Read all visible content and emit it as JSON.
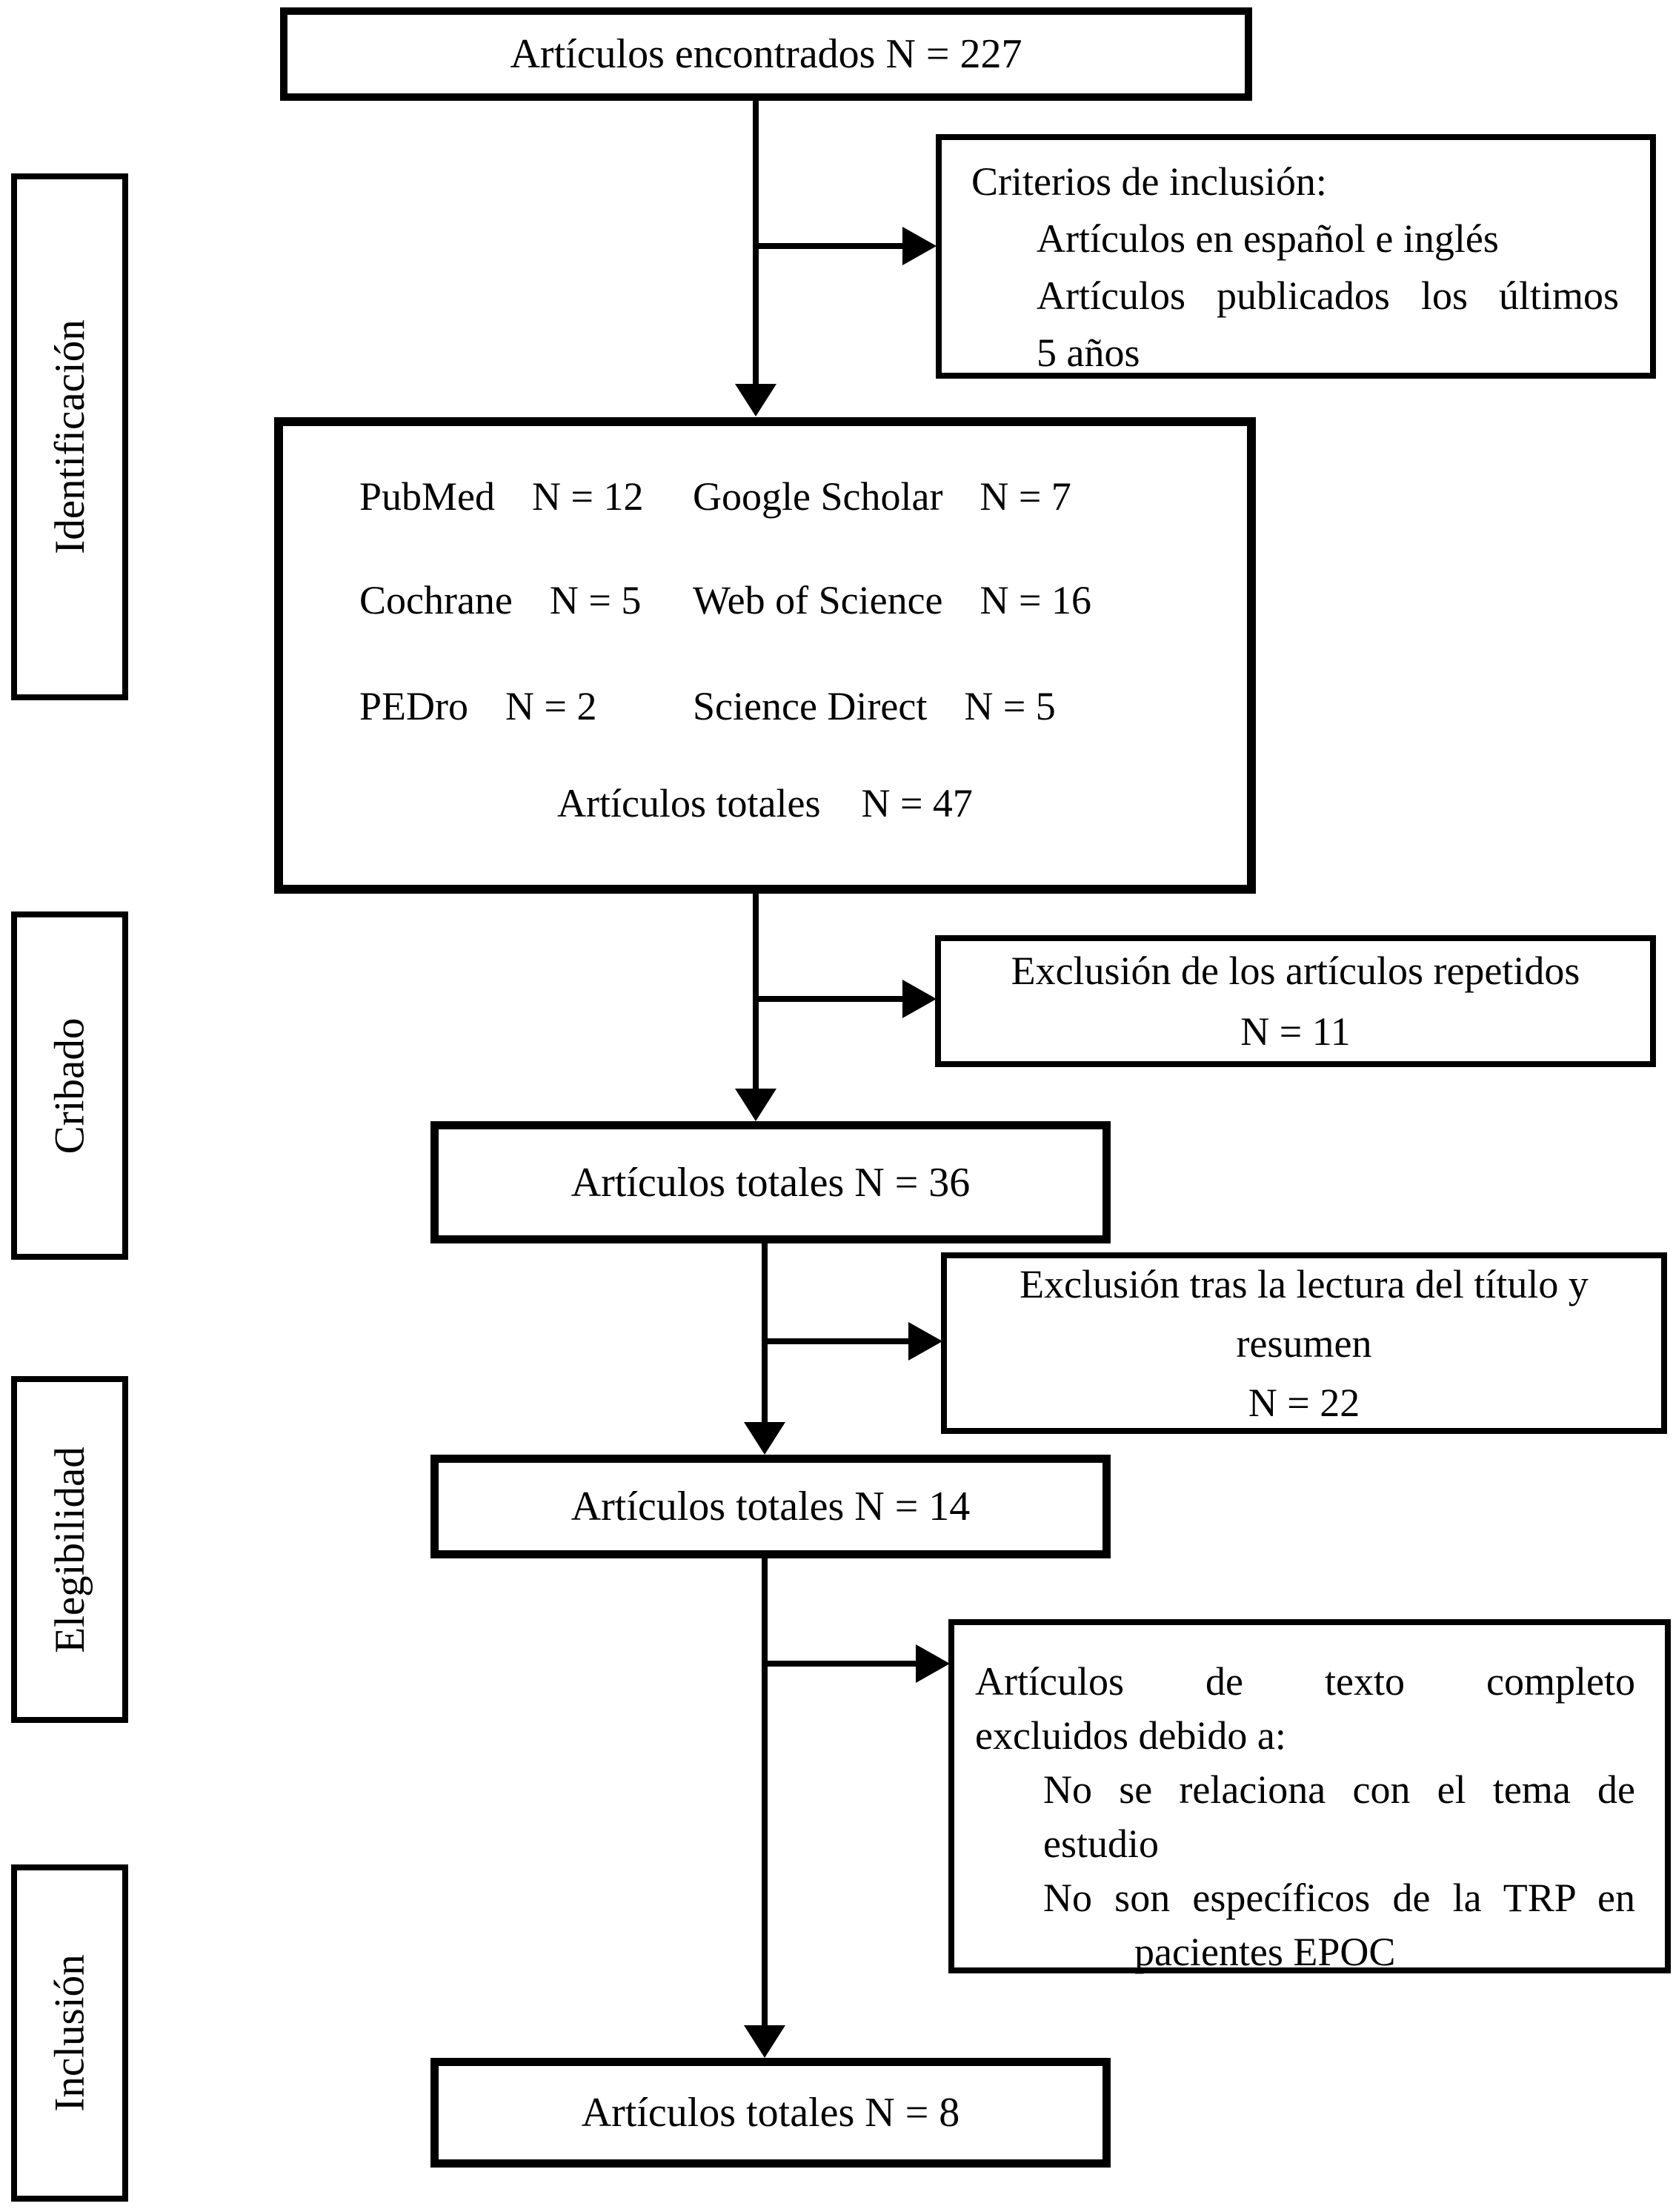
{
  "colors": {
    "background": "#ffffff",
    "line": "#000000",
    "text": "#000000"
  },
  "sidebar": {
    "items": [
      {
        "label": "Identificación"
      },
      {
        "label": "Cribado"
      },
      {
        "label": "Elegibilidad"
      },
      {
        "label": "Inclusión"
      }
    ]
  },
  "boxes": {
    "found": {
      "text": "Artículos encontrados N = 227"
    },
    "criteria": {
      "title": "Criterios de inclusión:",
      "line1": "Artículos en español e inglés",
      "line2": "Artículos publicados los últimos",
      "line3": "5 años"
    },
    "databases": {
      "rows": [
        {
          "left": {
            "name": "PubMed",
            "n": "N = 12"
          },
          "right": {
            "name": "Google Scholar",
            "n": "N = 7"
          }
        },
        {
          "left": {
            "name": "Cochrane",
            "n": "N = 5"
          },
          "right": {
            "name": "Web of Science",
            "n": "N = 16"
          }
        },
        {
          "left": {
            "name": "PEDro",
            "n": "N = 2"
          },
          "right": {
            "name": "Science Direct",
            "n": "N = 5"
          }
        }
      ],
      "total": {
        "name": "Artículos totales",
        "n": "N = 47"
      }
    },
    "excluded_duplicates": {
      "line1": "Exclusión de los artículos repetidos",
      "line2": "N = 11"
    },
    "total36": {
      "text": "Artículos totales N = 36"
    },
    "excluded_title_abstract": {
      "line1": "Exclusión tras la lectura del título y",
      "line2": "resumen",
      "line3": "N = 22"
    },
    "total14": {
      "text": "Artículos totales N = 14"
    },
    "excluded_fulltext": {
      "line1": "Artículos de texto completo",
      "line2": "excluidos debido a:",
      "reason1_line1": "No se relaciona con el tema de",
      "reason1_line2": "estudio",
      "reason2_line1": "No son específicos de la TRP en",
      "reason2_line2": "pacientes EPOC"
    },
    "total8": {
      "text": "Artículos totales N = 8"
    }
  }
}
